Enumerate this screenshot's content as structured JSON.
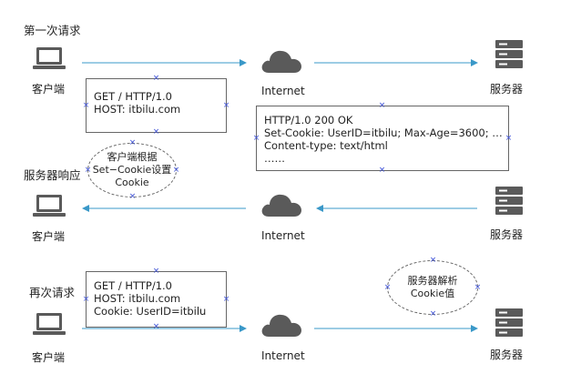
{
  "colors": {
    "arrow": "#3a98c8",
    "icon": "#5a5a5a",
    "marker": "#3b4fd6",
    "text": "#222222"
  },
  "icons": {
    "client": "laptop-icon",
    "internet": "cloud-icon",
    "server": "server-icon"
  },
  "section1": {
    "title": "第一次请求",
    "client_label": "客户端",
    "internet_label": "Internet",
    "server_label": "服务器",
    "request_lines": [
      "GET / HTTP/1.0",
      "HOST: itbilu.com"
    ]
  },
  "section2": {
    "title": "服务器响应",
    "client_label": "客户端",
    "internet_label": "Internet",
    "server_label": "服务器",
    "response_lines": [
      "HTTP/1.0 200 OK",
      "Set-Cookie: UserID=itbilu; Max-Age=3600; …",
      "Content-type: text/html",
      "……"
    ],
    "client_note_lines": [
      "客户端根据",
      "Set−Cookie设置",
      "Cookie"
    ]
  },
  "section3": {
    "title": "再次请求",
    "client_label": "客户端",
    "internet_label": "Internet",
    "server_label": "服务器",
    "request_lines": [
      "GET / HTTP/1.0",
      "HOST: itbilu.com",
      "Cookie: UserID=itbilu"
    ],
    "server_note_lines": [
      "服务器解析",
      "Cookie值"
    ]
  }
}
